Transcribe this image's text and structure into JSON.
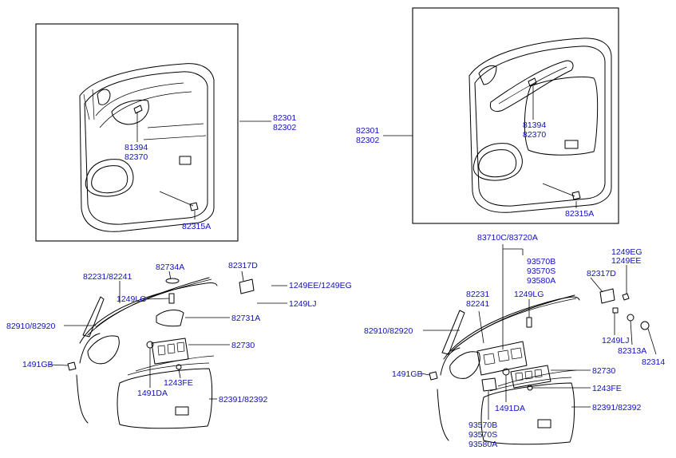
{
  "colors": {
    "label": "#1010c0",
    "line": "#000000",
    "background": "#ffffff"
  },
  "panel_left": {
    "trim_assy": [
      "82301",
      "82302"
    ],
    "clip": [
      "81394",
      "82370"
    ],
    "screw": "82315A"
  },
  "panel_right": {
    "trim_assy": [
      "82301",
      "82302"
    ],
    "clip": [
      "81394",
      "82370"
    ],
    "screw": "82315A"
  },
  "parts_left": {
    "garnish": "82231/82241",
    "cap": "82734A",
    "bracket": "82317D",
    "screws_ee_eg": "1249EE/1249EG",
    "screw_lg": "1249LG",
    "screw_lj": "1249LJ",
    "weatherstrip": "82910/82920",
    "handle": "82731A",
    "switch_panel": "82730",
    "clip_gb": "1491GB",
    "screw_fe": "1243FE",
    "clip_da": "1491DA",
    "pad": "82391/82392"
  },
  "parts_right": {
    "switch_assy": "83710C/83720A",
    "window_switches": [
      "93570B",
      "93570S",
      "93580A"
    ],
    "screws_eg_ee": [
      "1249EG",
      "1249EE"
    ],
    "bracket": "82317D",
    "garnish": [
      "82231",
      "82241"
    ],
    "screw_lg": "1249LG",
    "weatherstrip": "82910/82920",
    "screw_lj": "1249LJ",
    "cap": "82313A",
    "plug": "82314",
    "switch_panel": "82730",
    "clip_gb": "1491GB",
    "screw_fe": "1243FE",
    "clip_da": "1491DA",
    "pad": "82391/82392",
    "lower_switches": [
      "93570B",
      "93570S",
      "93580A"
    ]
  }
}
